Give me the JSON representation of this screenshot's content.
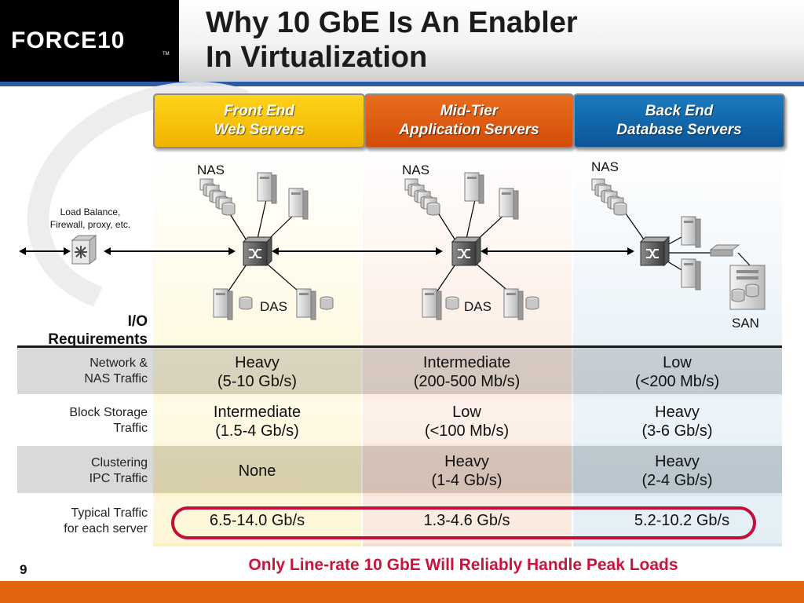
{
  "logo": {
    "text": "FORCE10",
    "tm": "TM"
  },
  "title": {
    "line1": "Why 10 GbE Is An Enabler",
    "line2": "In Virtualization"
  },
  "columns": {
    "front": {
      "line1": "Front End",
      "line2": "Web Servers"
    },
    "mid": {
      "line1": "Mid-Tier",
      "line2": "Application Servers"
    },
    "back": {
      "line1": "Back End",
      "line2": "Database Servers"
    }
  },
  "diagram": {
    "load_balance_line1": "Load Balance,",
    "load_balance_line2": "Firewall, proxy, etc.",
    "nas1": "NAS",
    "nas2": "NAS",
    "nas3": "NAS",
    "das1": "DAS",
    "das2": "DAS",
    "san": "SAN"
  },
  "io": {
    "line1": "I/O",
    "line2": "Requirements"
  },
  "rows": [
    {
      "label1": "Network &",
      "label2": "NAS Traffic",
      "front1": "Heavy",
      "front2": "(5-10 Gb/s)",
      "mid1": "Intermediate",
      "mid2": "(200-500 Mb/s)",
      "back1": "Low",
      "back2": "(<200 Mb/s)"
    },
    {
      "label1": "Block Storage",
      "label2": "Traffic",
      "front1": "Intermediate",
      "front2": "(1.5-4 Gb/s)",
      "mid1": "Low",
      "mid2": "(<100 Mb/s)",
      "back1": "Heavy",
      "back2": "(3-6 Gb/s)"
    },
    {
      "label1": "Clustering",
      "label2": "IPC Traffic",
      "front1": "None",
      "front2": "",
      "mid1": "Heavy",
      "mid2": "(1-4 Gb/s)",
      "back1": "Heavy",
      "back2": "(2-4 Gb/s)"
    },
    {
      "label1": "Typical Traffic",
      "label2": "for each server",
      "front1": "6.5-14.0 Gb/s",
      "front2": "",
      "mid1": "1.3-4.6 Gb/s",
      "mid2": "",
      "back1": "5.2-10.2 Gb/s",
      "back2": ""
    }
  ],
  "footer": {
    "page": "9",
    "tagline": "Only Line-rate 10 GbE Will Reliably Handle Peak Loads"
  },
  "colors": {
    "accent_blue": "#2c5aa8",
    "orange": "#e2640f",
    "highlight_red": "#c40e3a",
    "front_yellow": "#f0b400",
    "mid_orange": "#d24c08",
    "back_blue": "#0a5596"
  },
  "icons": {
    "switch": "switch-icon",
    "server": "server-icon",
    "storage": "storage-icon",
    "firewall": "firewall-icon",
    "arrow": "double-arrow-icon"
  }
}
